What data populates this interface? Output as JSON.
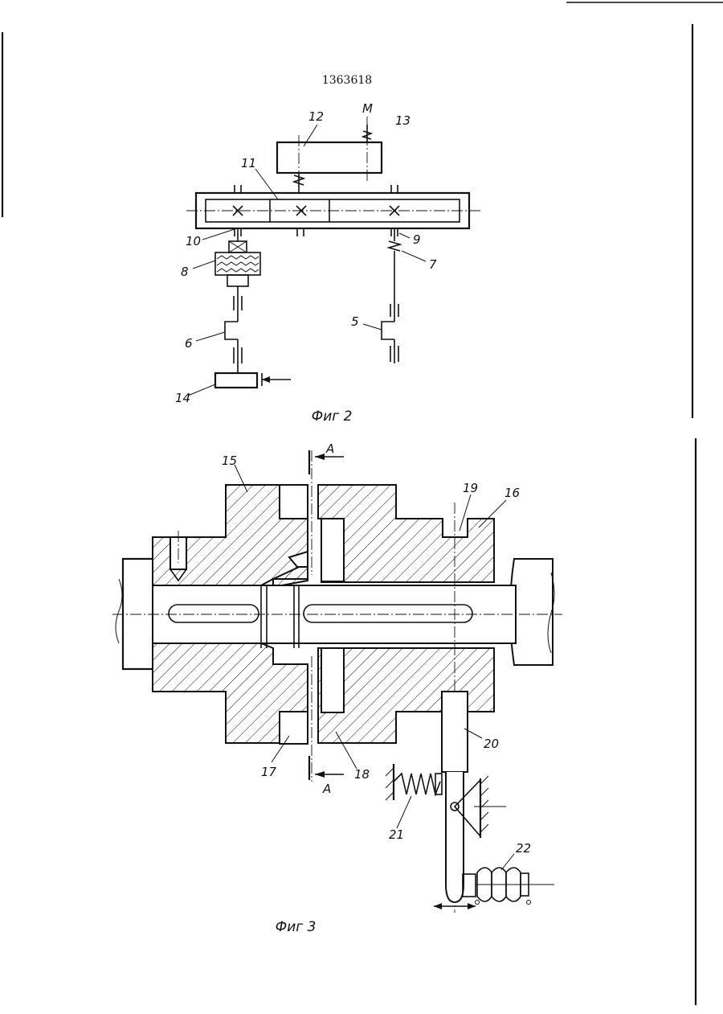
{
  "patent_number": "1363618",
  "fig2": {
    "caption": "Фиг 2",
    "labels": {
      "m": "M",
      "n13": "13",
      "n12": "12",
      "n11": "11",
      "n10": "10",
      "n9": "9",
      "n8": "8",
      "n7": "7",
      "n6": "6",
      "n5": "5",
      "n14": "14"
    }
  },
  "fig3": {
    "caption": "Фиг 3",
    "section_top": "A",
    "section_bottom": "A",
    "labels": {
      "n15": "15",
      "n16": "16",
      "n17": "17",
      "n18": "18",
      "n19": "19",
      "n20": "20",
      "n21": "21",
      "n22": "22"
    }
  },
  "colors": {
    "ink": "#111111",
    "paper": "#ffffff"
  }
}
